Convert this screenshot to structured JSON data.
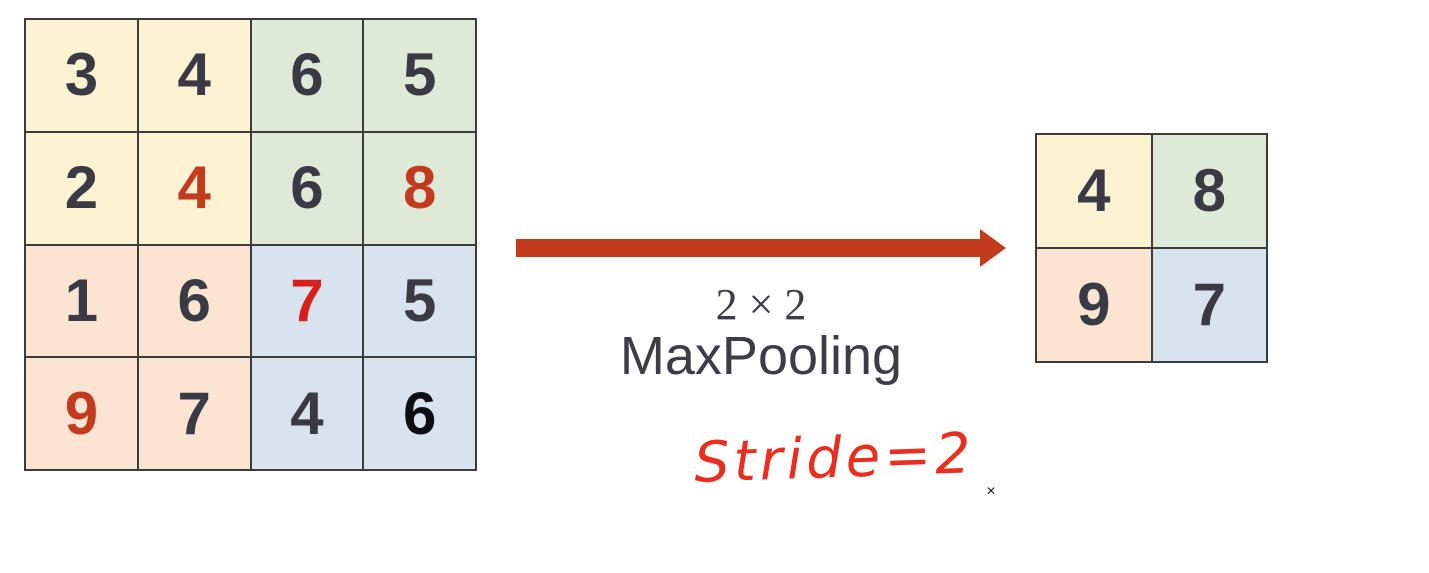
{
  "input_grid": {
    "rows": 4,
    "cols": 4,
    "cells": [
      {
        "value": "3",
        "bg": "yellow",
        "fg": "dark"
      },
      {
        "value": "4",
        "bg": "yellow",
        "fg": "dark"
      },
      {
        "value": "6",
        "bg": "green",
        "fg": "dark"
      },
      {
        "value": "5",
        "bg": "green",
        "fg": "dark"
      },
      {
        "value": "2",
        "bg": "yellow",
        "fg": "dark"
      },
      {
        "value": "4",
        "bg": "yellow",
        "fg": "brick-red"
      },
      {
        "value": "6",
        "bg": "green",
        "fg": "dark"
      },
      {
        "value": "8",
        "bg": "green",
        "fg": "brick-red"
      },
      {
        "value": "1",
        "bg": "peach",
        "fg": "dark"
      },
      {
        "value": "6",
        "bg": "peach",
        "fg": "dark"
      },
      {
        "value": "7",
        "bg": "blue",
        "fg": "bright-red"
      },
      {
        "value": "5",
        "bg": "blue",
        "fg": "dark"
      },
      {
        "value": "9",
        "bg": "peach",
        "fg": "brick-red"
      },
      {
        "value": "7",
        "bg": "peach",
        "fg": "dark"
      },
      {
        "value": "4",
        "bg": "blue",
        "fg": "dark"
      },
      {
        "value": "6",
        "bg": "blue",
        "fg": "black"
      }
    ]
  },
  "output_grid": {
    "rows": 2,
    "cols": 2,
    "cells": [
      {
        "value": "4",
        "bg": "yellow",
        "fg": "dark"
      },
      {
        "value": "8",
        "bg": "green",
        "fg": "dark"
      },
      {
        "value": "9",
        "bg": "peach",
        "fg": "dark"
      },
      {
        "value": "7",
        "bg": "blue",
        "fg": "dark"
      }
    ]
  },
  "arrow": {
    "direction": "right",
    "color": "arrow-red"
  },
  "operation": {
    "kernel_label": "2 × 2",
    "name_label": "MaxPooling",
    "text_color": "text-dark"
  },
  "annotation": {
    "text": "Stride=2",
    "color": "handwriting-red",
    "style": "handwritten"
  },
  "cursor_mark": "✕",
  "colors": {
    "yellow": "#fdf3d2",
    "green": "#dee9d8",
    "peach": "#fce4d3",
    "blue": "#d9e3f0",
    "dark": "#3a3a44",
    "black": "#0d0d15",
    "brick-red": "#c23b1e",
    "bright-red": "#d6201a",
    "arrow-red": "#c33b1d",
    "text-dark": "#3d3d46",
    "handwriting-red": "#e92d1e",
    "grid-line": "#3c3c3c"
  }
}
